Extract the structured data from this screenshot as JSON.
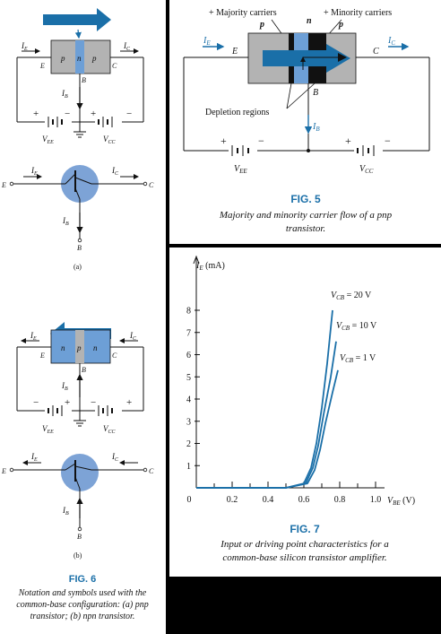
{
  "fig6": {
    "label_E": "E",
    "label_B": "B",
    "label_C": "C",
    "label_IE": "I",
    "label_IE_sub": "E",
    "label_IC": "I",
    "label_IC_sub": "C",
    "label_IB": "I",
    "label_IB_sub": "B",
    "label_VEE": "V",
    "label_VEE_sub": "EE",
    "label_VCC": "V",
    "label_VCC_sub": "CC",
    "plus": "+",
    "minus": "−",
    "a_layers": [
      "p",
      "n",
      "p"
    ],
    "b_layers": [
      "n",
      "p",
      "n"
    ],
    "sub_a": "(a)",
    "sub_b": "(b)",
    "title": "FIG. 6",
    "caption": [
      "Notation and symbols used with the",
      "common-base configuration: (a) pnp",
      "transistor; (b) npn transistor."
    ]
  },
  "fig5": {
    "majority": "+ Majority carriers",
    "minority": "+ Minority carriers",
    "layers": [
      "p",
      "n",
      "p"
    ],
    "depletion": "Depletion regions",
    "title": "FIG. 5",
    "caption": [
      "Majority and minority carrier flow of a pnp",
      "transistor."
    ]
  },
  "fig7": {
    "title": "FIG. 7",
    "caption": [
      "Input or driving point characteristics for a",
      "common-base silicon transistor amplifier."
    ]
  },
  "colors": {
    "accent": "#1a6fa8",
    "transistor_fill": "#7da3d6",
    "gray_block": "#b3b3b3",
    "blue_layer": "#6d9fd6"
  },
  "chart_data": {
    "type": "line",
    "title": "",
    "ylabel": "I",
    "ylabel_sub": "E",
    "ylabel_unit": " (mA)",
    "xlabel": "V",
    "xlabel_sub": "BE",
    "xlabel_unit": " (V)",
    "xlim": [
      0,
      1.0
    ],
    "ylim": [
      0,
      8
    ],
    "x_ticks": [
      "0",
      "0.2",
      "0.4",
      "0.6",
      "0.8",
      "1.0"
    ],
    "x_tick_values": [
      0,
      0.2,
      0.4,
      0.6,
      0.8,
      1.0
    ],
    "y_ticks": [
      "1",
      "2",
      "3",
      "4",
      "5",
      "6",
      "7",
      "8"
    ],
    "y_tick_values": [
      1,
      2,
      3,
      4,
      5,
      6,
      7,
      8
    ],
    "series": [
      {
        "name": "V",
        "name_sub": "CB",
        "name_rest": " = 20 V",
        "x": [
          0.0,
          0.5,
          0.6,
          0.64,
          0.67,
          0.7,
          0.73,
          0.76
        ],
        "y": [
          0,
          0,
          0.2,
          0.9,
          2.0,
          3.6,
          5.6,
          8.0
        ]
      },
      {
        "name": "V",
        "name_sub": "CB",
        "name_rest": " = 10 V",
        "x": [
          0.0,
          0.5,
          0.61,
          0.65,
          0.68,
          0.71,
          0.75,
          0.78
        ],
        "y": [
          0,
          0,
          0.2,
          0.9,
          1.9,
          3.3,
          5.0,
          6.6
        ]
      },
      {
        "name": "V",
        "name_sub": "CB",
        "name_rest": " = 1 V",
        "x": [
          0.0,
          0.5,
          0.62,
          0.66,
          0.69,
          0.72,
          0.76,
          0.79
        ],
        "y": [
          0,
          0,
          0.2,
          0.8,
          1.7,
          2.9,
          4.3,
          5.3
        ]
      }
    ]
  }
}
